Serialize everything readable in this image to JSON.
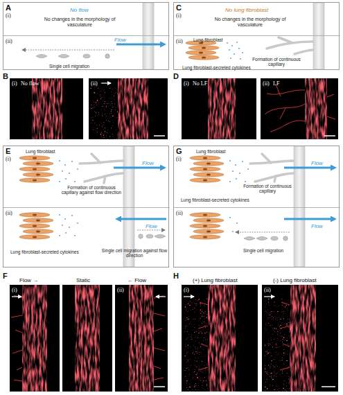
{
  "diagram": {
    "nodes": [
      {
        "text": [
          "A"
        ]
      },
      {
        "text": [
          "(i)",
          "No flow",
          "No changes in the morphology of vasculature"
        ],
        "in": 0
      },
      {
        "text": [
          "(ii)",
          "Flow",
          "Single cell migration"
        ],
        "in": 0
      },
      {
        "text": [
          "C"
        ]
      },
      {
        "text": [
          "(i)",
          "No lung fibroblast",
          "No changes in the morphology of vasculature"
        ],
        "in": 3
      },
      {
        "text": [
          "(ii)",
          "Lung fibroblast",
          "Formation of continuous capillary",
          "Lung fibroblast-secreted cytokines"
        ],
        "in": 3
      },
      {
        "text": [
          "(i)",
          "No flow"
        ]
      },
      {
        "text": [
          "(ii)"
        ]
      },
      {
        "text": [
          "(i)",
          "No LF"
        ]
      },
      {
        "text": [
          "(ii)",
          "LF"
        ]
      },
      {
        "text": [
          "E"
        ]
      },
      {
        "text": [
          "(i)",
          "Lung fibroblast",
          "Flow",
          "Formation of continuous capillary against flow direction"
        ],
        "in": 10
      },
      {
        "text": [
          "(ii)",
          "Lung fibroblast-secreted cytokines",
          "Flow",
          "Single cell migration against flow direction"
        ],
        "in": 10
      },
      {
        "text": [
          "G"
        ]
      },
      {
        "text": [
          "(i)",
          "Lung fibroblast",
          "Flow",
          "Formation of continuous capillary",
          "Lung fibroblast-secreted cytokines"
        ],
        "in": 13
      },
      {
        "text": [
          "(ii)",
          "Flow",
          "Single cell migration"
        ],
        "in": 13
      },
      {
        "text": [
          "Flow →",
          "(i)"
        ]
      },
      {
        "text": [
          "Static"
        ]
      },
      {
        "text": [
          "← Flow",
          "(ii)"
        ]
      },
      {
        "text": [
          "(+) Lung fibroblast",
          "(i)"
        ]
      },
      {
        "text": [
          "(-) Lung fibroblast",
          "(ii)"
        ]
      }
    ],
    "labels": [
      "B",
      "D",
      "F",
      "H"
    ]
  }
}
